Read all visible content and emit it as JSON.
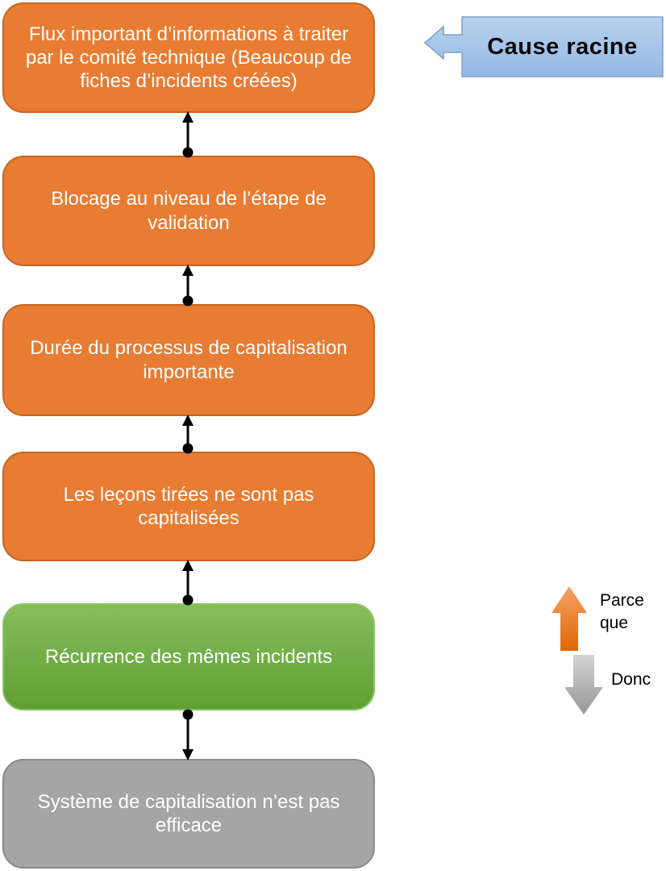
{
  "diagram": {
    "type": "root-cause-analysis-5-whys",
    "boxes": [
      {
        "label": "Flux important d’informations à traiter par le comité technique (Beaucoup de fiches d’incidents créées)",
        "fill": "#E87C33",
        "kind": "cause"
      },
      {
        "label": "Blocage au niveau de l’étape de validation",
        "fill": "#E87C33",
        "kind": "cause"
      },
      {
        "label": "Durée du processus de capitalisation importante",
        "fill": "#E87C33",
        "kind": "cause"
      },
      {
        "label": "Les leçons tirées ne sont pas capitalisées",
        "fill": "#E87C33",
        "kind": "cause"
      },
      {
        "label": "Récurrence des mêmes incidents",
        "fill": "#6FAD45",
        "kind": "problem"
      },
      {
        "label": "Système de capitalisation n’est pas efficace",
        "fill": "#A5A5A5",
        "kind": "effect"
      }
    ],
    "connectors": [
      {
        "from": 1,
        "to": 0,
        "direction": "up"
      },
      {
        "from": 2,
        "to": 1,
        "direction": "up"
      },
      {
        "from": 3,
        "to": 2,
        "direction": "up"
      },
      {
        "from": 4,
        "to": 3,
        "direction": "up"
      },
      {
        "from": 4,
        "to": 5,
        "direction": "down"
      }
    ],
    "callout": {
      "label": "Cause racine",
      "fill": "#A3C4E9",
      "points_to": 0
    },
    "legend": {
      "because": {
        "label": "Parce que",
        "arrow": "up",
        "color": "#ED7D31"
      },
      "therefore": {
        "label": "Donc",
        "arrow": "down",
        "color": "#A6A6A6"
      }
    },
    "colors": {
      "orange_fill": "#E87C33",
      "orange_border": "#C8651F",
      "green_top": "#86BE5B",
      "green_bottom": "#5F9F35",
      "gray_fill": "#A5A5A5",
      "blue_top": "#B9D1EE",
      "blue_bottom": "#93B9E4",
      "connector": "#000000",
      "text_on_box": "#FFFFFF"
    }
  }
}
